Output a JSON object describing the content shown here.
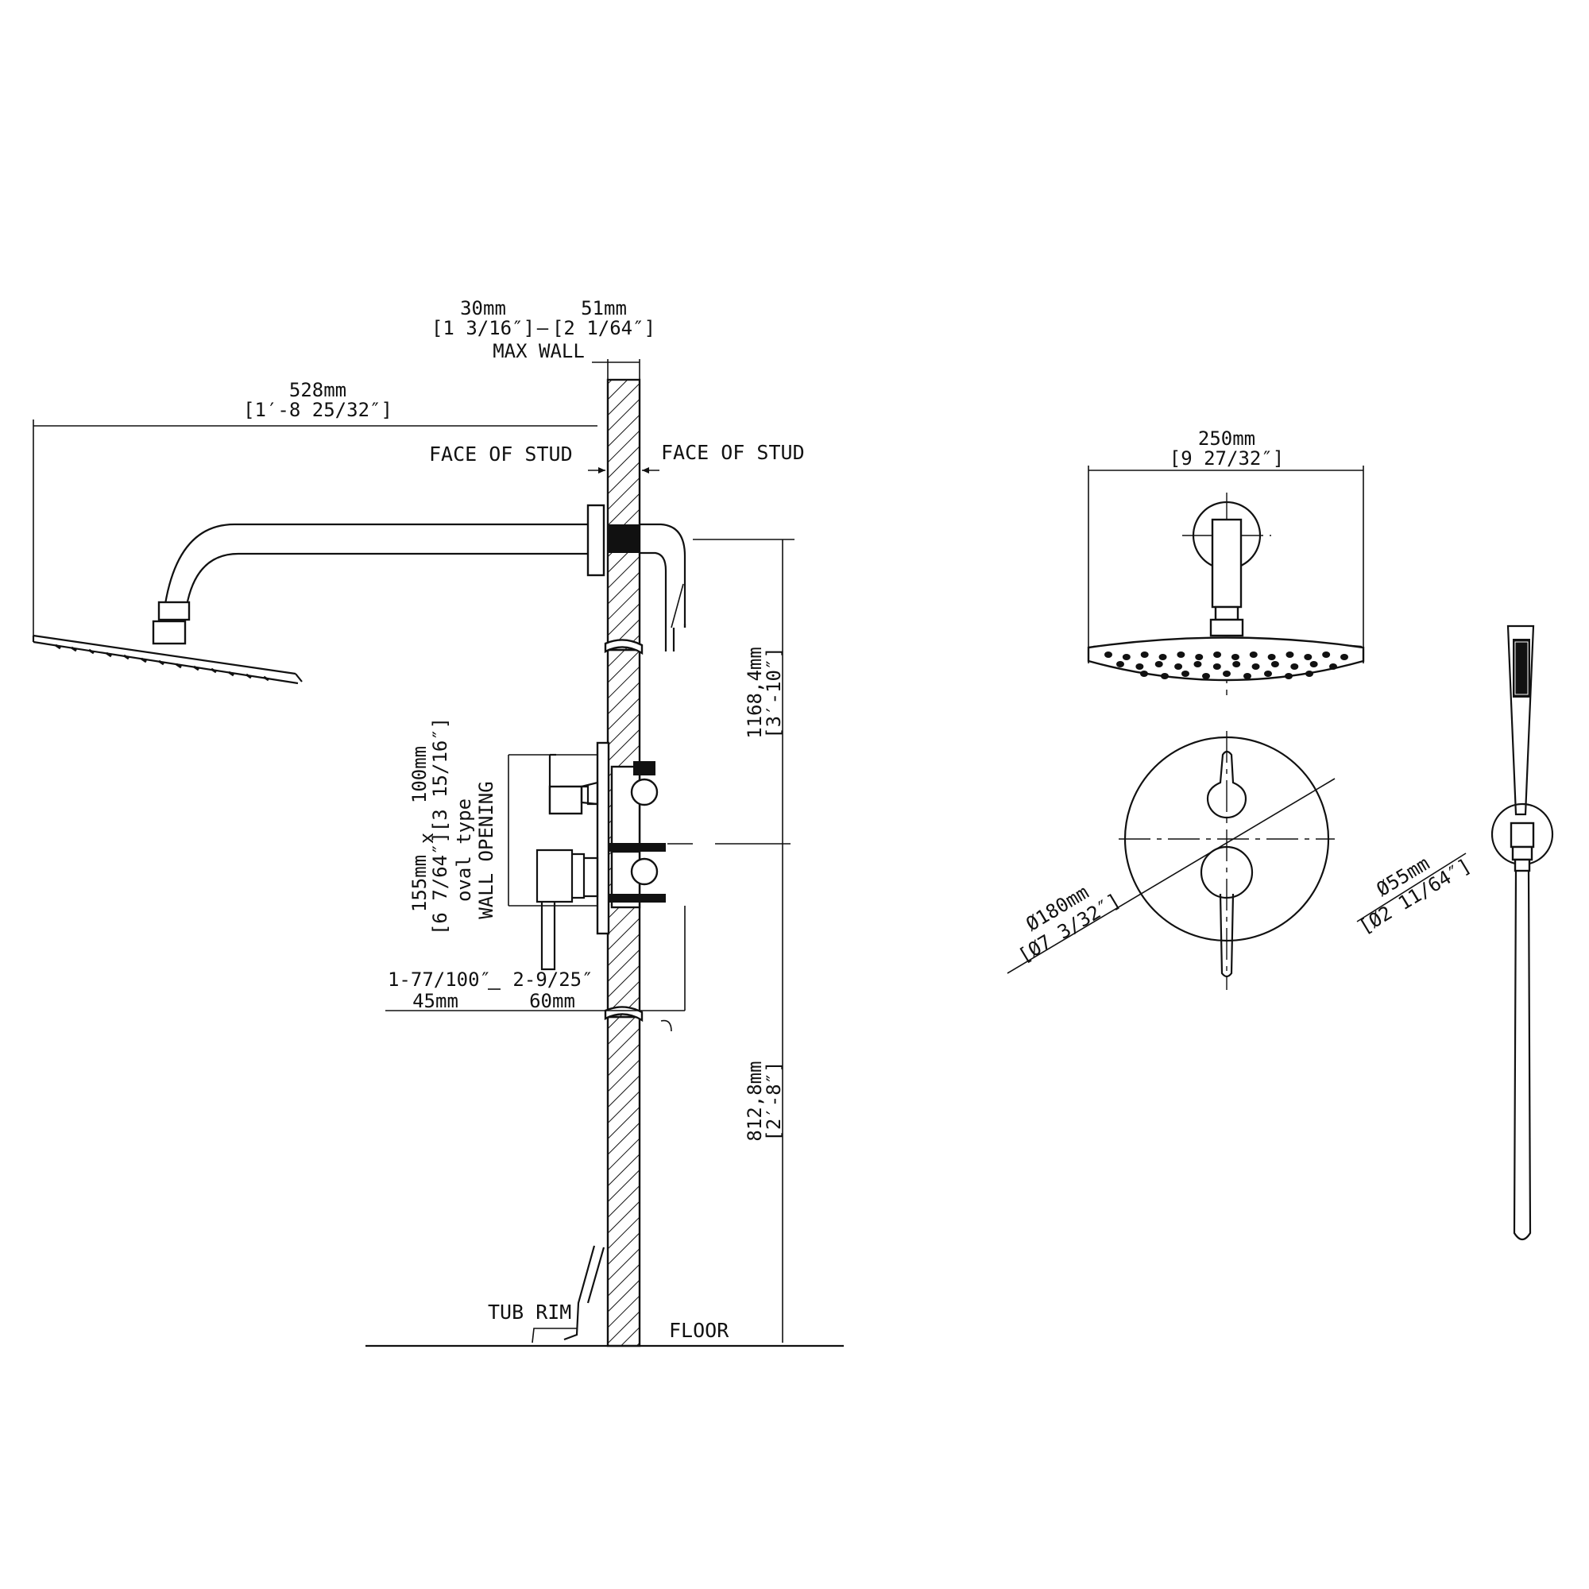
{
  "side_view": {
    "dim_wall_min": {
      "metric": "30mm",
      "imperial": "[1 3/16″]"
    },
    "dim_wall_max": {
      "metric": "51mm",
      "imperial": "[2 1/64″]"
    },
    "dim_wall_separator": "—",
    "max_wall": "MAX WALL",
    "arm_length": {
      "metric": "528mm",
      "imperial": "[1′-8 25/32″]"
    },
    "face_of_stud_left": "FACE OF STUD",
    "face_of_stud_right": "FACE OF STUD",
    "upper_height": {
      "metric": "1168,4mm",
      "imperial": "[3′-10″]"
    },
    "lower_height": {
      "metric": "812,8mm",
      "imperial": "[2′-8″]"
    },
    "wall_opening": {
      "line1": "100mm",
      "line2": "[3 15/16″]",
      "x_sign": "x",
      "line3": "155mm",
      "line4": "[6 7/64″]",
      "line5": "oval type",
      "line6": "WALL OPENING"
    },
    "valve_depth_imperial_left": "1-77/100″",
    "valve_depth_imperial_right": "2-9/25″",
    "valve_depth_metric_left": "45mm",
    "valve_depth_metric_right": "60mm",
    "tub_rim": "TUB RIM",
    "floor": "FLOOR"
  },
  "front_view": {
    "head_diameter": {
      "metric": "250mm",
      "imperial": "[9 27/32″]"
    },
    "trim_diameter": {
      "metric": "Ø180mm",
      "imperial": "[Ø7 3/32″]"
    },
    "holder_diameter": {
      "metric": "Ø55mm",
      "imperial": "[Ø2 11/64″]"
    }
  }
}
